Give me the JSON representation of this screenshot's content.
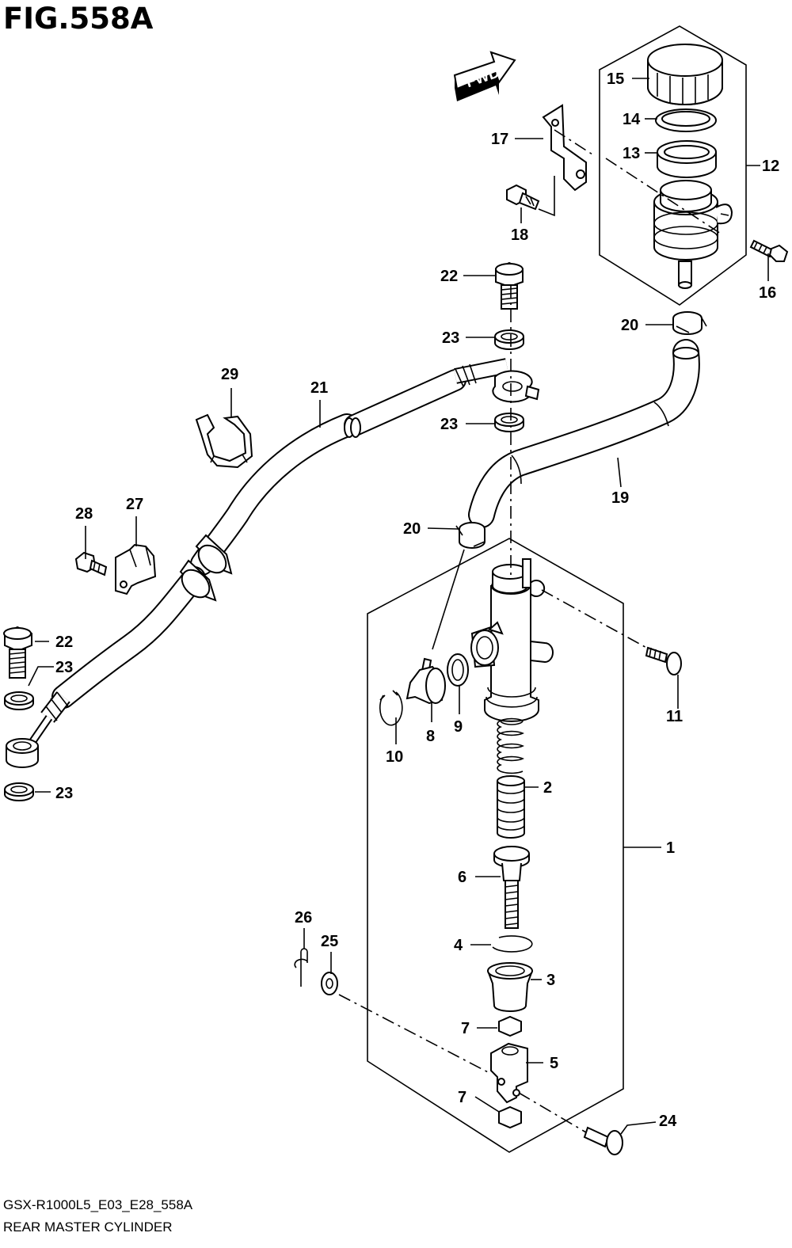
{
  "figure": {
    "title": "FIG.558A",
    "code": "GSX-R1000L5_E03_E28_558A",
    "name": "REAR MASTER CYLINDER",
    "fwd_label": "FWD"
  },
  "callouts": {
    "c1": "1",
    "c2": "2",
    "c3": "3",
    "c4": "4",
    "c5": "5",
    "c6": "6",
    "c7a": "7",
    "c7b": "7",
    "c8": "8",
    "c9": "9",
    "c10": "10",
    "c11": "11",
    "c12": "12",
    "c13": "13",
    "c14": "14",
    "c15": "15",
    "c16": "16",
    "c17": "17",
    "c18": "18",
    "c19": "19",
    "c20a": "20",
    "c20b": "20",
    "c21": "21",
    "c22a": "22",
    "c22b": "22",
    "c23a": "23",
    "c23b": "23",
    "c23c": "23",
    "c23d": "23",
    "c24": "24",
    "c25": "25",
    "c26": "26",
    "c27": "27",
    "c28": "28",
    "c29": "29"
  },
  "icons": [
    "fwd-arrow-icon"
  ]
}
